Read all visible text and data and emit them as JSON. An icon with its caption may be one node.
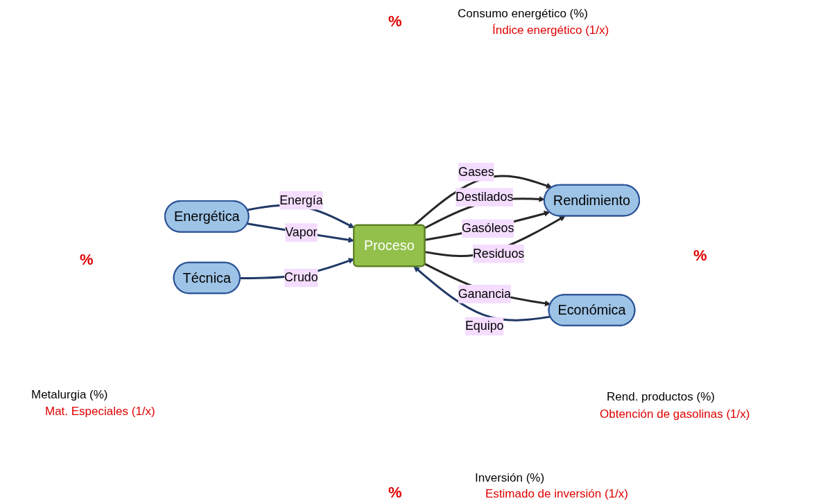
{
  "diagram": {
    "nodes": [
      {
        "text": [
          "Energética"
        ]
      },
      {
        "text": [
          "Técnica"
        ]
      },
      {
        "text": [
          "Proceso"
        ]
      },
      {
        "text": [
          "Rendimiento"
        ]
      },
      {
        "text": [
          "Económica"
        ]
      }
    ],
    "edges": [
      {
        "from": 0,
        "to": 2,
        "arrow": "to",
        "label": "Energía"
      },
      {
        "from": 0,
        "to": 2,
        "arrow": "to",
        "label": "Vapor"
      },
      {
        "from": 1,
        "to": 2,
        "arrow": "to",
        "label": "Crudo"
      },
      {
        "from": 2,
        "to": 3,
        "arrow": "to",
        "label": "Gases",
        "color": "#262626"
      },
      {
        "from": 2,
        "to": 3,
        "arrow": "to",
        "label": "Destilados",
        "color": "#262626"
      },
      {
        "from": 2,
        "to": 3,
        "arrow": "to",
        "label": "Gasóleos",
        "color": "#262626"
      },
      {
        "from": 2,
        "to": 3,
        "arrow": "to",
        "label": "Residuos",
        "color": "#262626"
      },
      {
        "from": 4,
        "to": 2,
        "arrow": "to",
        "label": "Equipo"
      },
      {
        "from": 2,
        "to": 4,
        "arrow": "to",
        "label": "Ganancia",
        "color": "#262626"
      }
    ],
    "labels": [
      "%",
      "Consumo energético (%)",
      "Índice energético (1/x)",
      "%",
      "%",
      "Metalurgia (%)",
      "Mat. Especiales (1/x)",
      "Rend. productos (%)",
      "Obtención de gasolinas (1/x)",
      "Inversión (%)",
      "%",
      "Estimado de inversión (1/x)"
    ]
  }
}
